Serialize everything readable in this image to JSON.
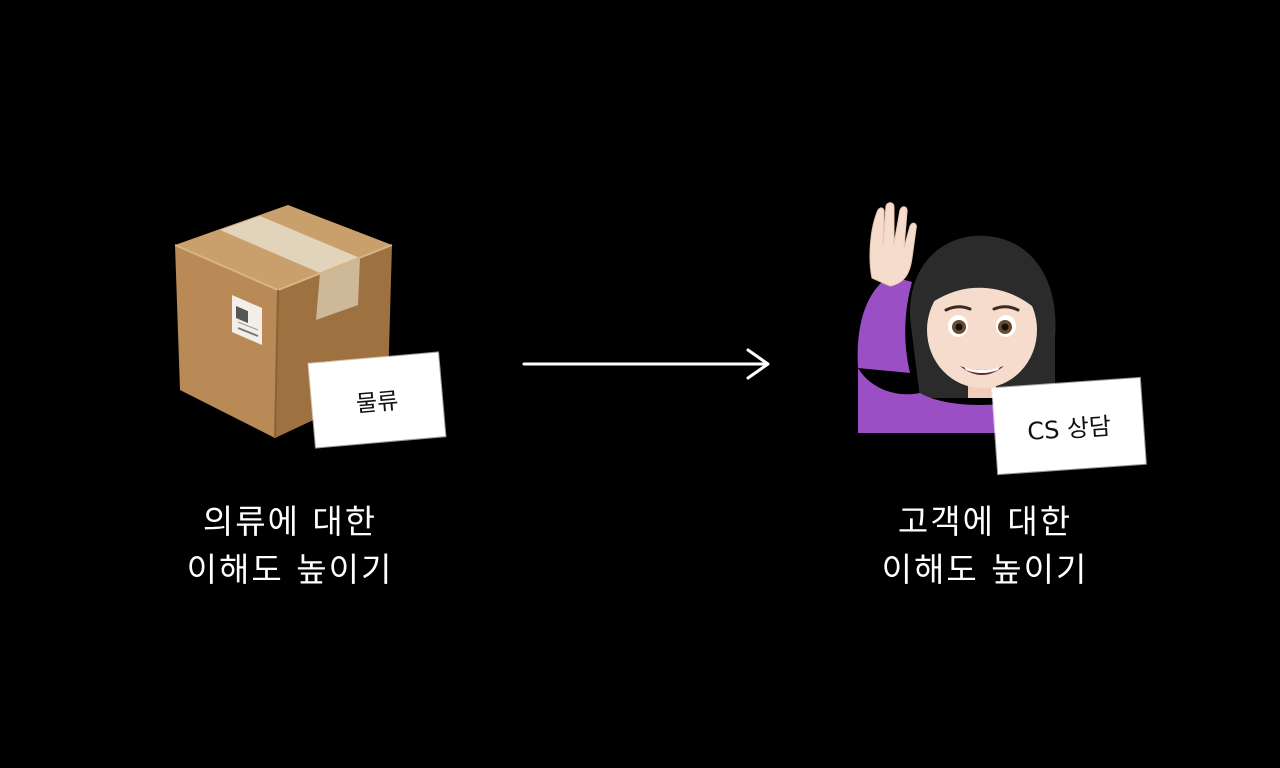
{
  "left": {
    "icon": "package-box-icon",
    "sticker_label": "물류",
    "caption_line1": "의류에 대한",
    "caption_line2": "이해도 높이기"
  },
  "arrow": {
    "icon": "arrow-right-icon"
  },
  "right": {
    "icon": "woman-raising-hand-icon",
    "sticker_label": "CS 상담",
    "caption_line1": "고객에 대한",
    "caption_line2": "이해도 높이기"
  },
  "colors": {
    "background": "#000000",
    "text": "#ffffff",
    "box": "#b98a55",
    "tape": "#d9c8ad",
    "shirt": "#9b4fc4",
    "hair": "#2a2a2a",
    "skin": "#f6dccc"
  }
}
